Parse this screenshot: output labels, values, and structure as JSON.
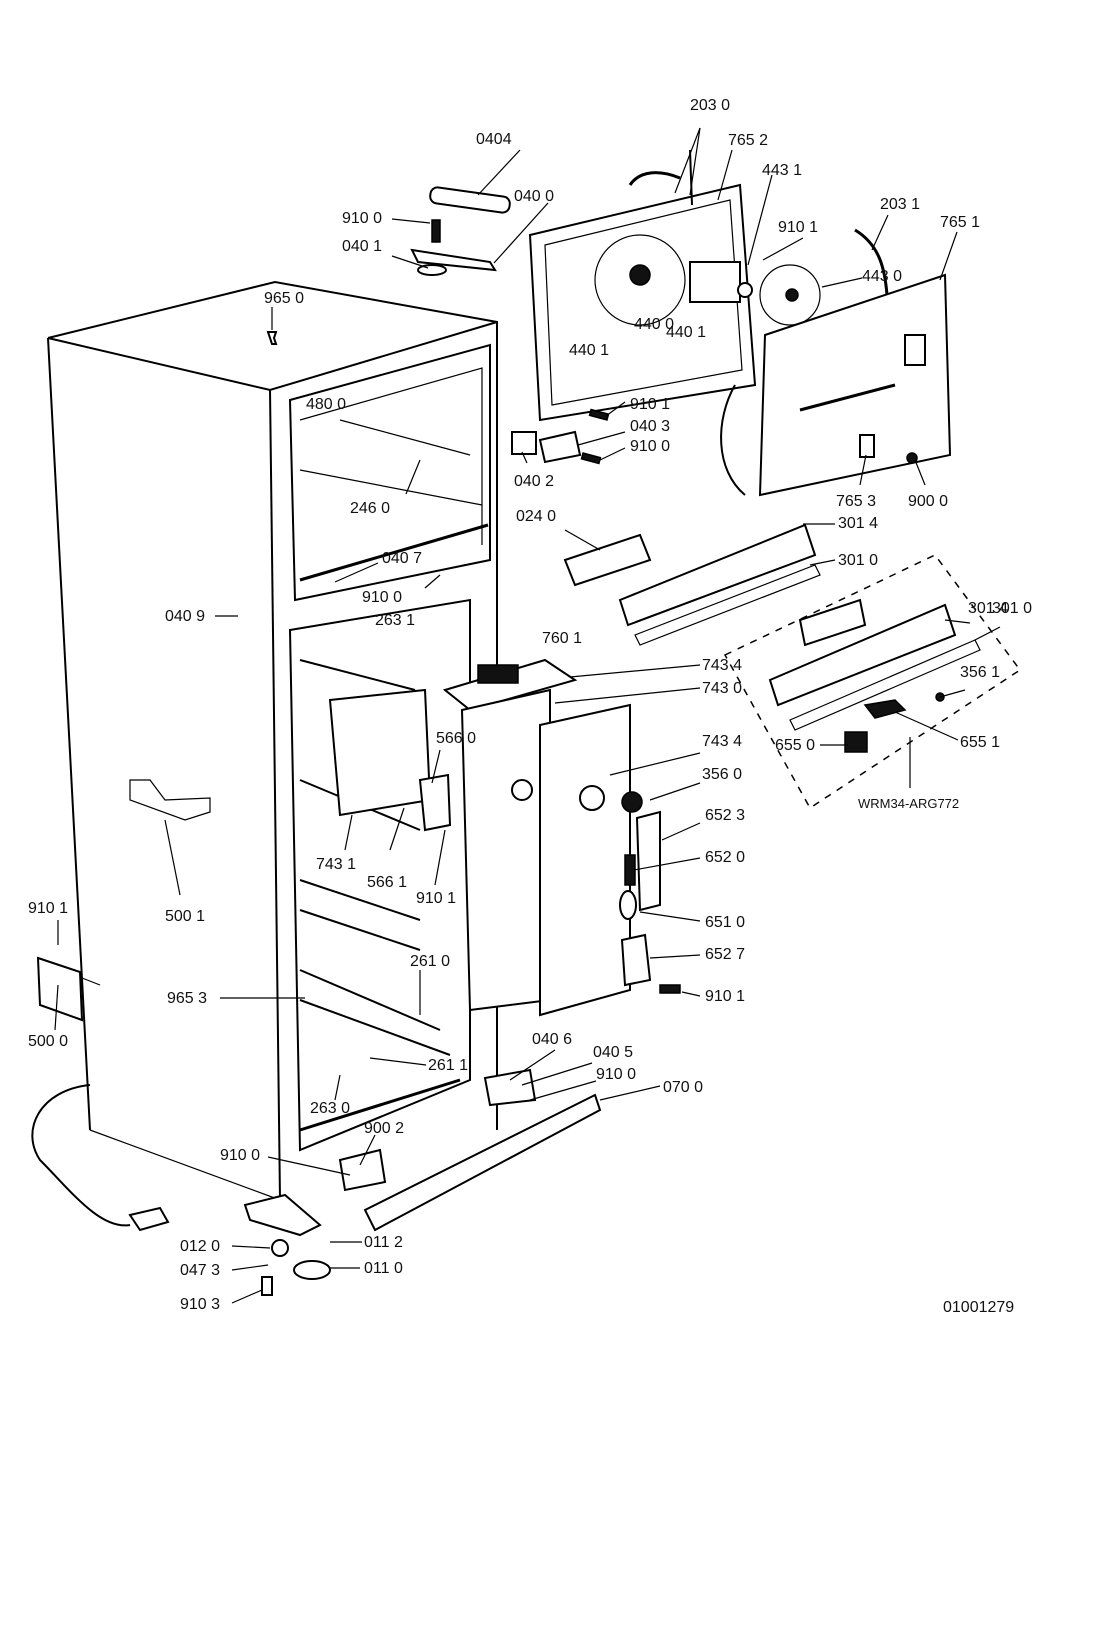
{
  "diagram": {
    "title": "Refrigerator exploded parts diagram",
    "drawing_number": "01001279",
    "variant_box_label": "WRM34-ARG772",
    "labels": {
      "p0404": "0404",
      "p0400": "040 0",
      "p9100_top": "910 0",
      "p0401": "040 1",
      "p2030": "203 0",
      "p7652": "765 2",
      "p4431": "443 1",
      "p9101_top": "910 1",
      "p2031": "203 1",
      "p7651": "765 1",
      "p4430": "443 0",
      "p4400": "440 0",
      "p4401_a": "440 1",
      "p4401_b": "440 1",
      "p9650": "965 0",
      "p4800": "480 0",
      "p9101_mid": "910 1",
      "p0403": "040 3",
      "p9100_mid": "910 0",
      "p0402": "040 2",
      "p7653": "765 3",
      "p9000": "900 0",
      "p2460": "246 0",
      "p0240": "024 0",
      "p3014_a": "301 4",
      "p3010_a": "301 0",
      "p0407": "040 7",
      "p9100_left": "910 0",
      "p2631": "263 1",
      "p0409": "040 9",
      "p3014_b": "301 4",
      "p3010_b": "301 0",
      "p7601": "760 1",
      "p7434_a": "743 4",
      "p7430": "743 0",
      "p3561": "356 1",
      "p6551": "655 1",
      "p6550": "655 0",
      "p5660": "566 0",
      "p7434_b": "743 4",
      "p3560": "356 0",
      "p6523": "652 3",
      "p7431": "743 1",
      "p5661": "566 1",
      "p9101_c": "910 1",
      "p6520": "652 0",
      "p5001": "500 1",
      "p6510": "651 0",
      "p9101_left": "910 1",
      "p6527": "652 7",
      "p2610": "261 0",
      "p9101_right": "910 1",
      "p9653": "965 3",
      "p5000": "500 0",
      "p0406": "040 6",
      "p0405": "040 5",
      "p2611": "261 1",
      "p9100_low": "910 0",
      "p0700": "070 0",
      "p2630": "263 0",
      "p9002": "900 2",
      "p9100_foot": "910 0",
      "p0120": "012 0",
      "p0112": "011 2",
      "p0473": "047 3",
      "p0110": "011 0",
      "p9103": "910 3"
    }
  }
}
